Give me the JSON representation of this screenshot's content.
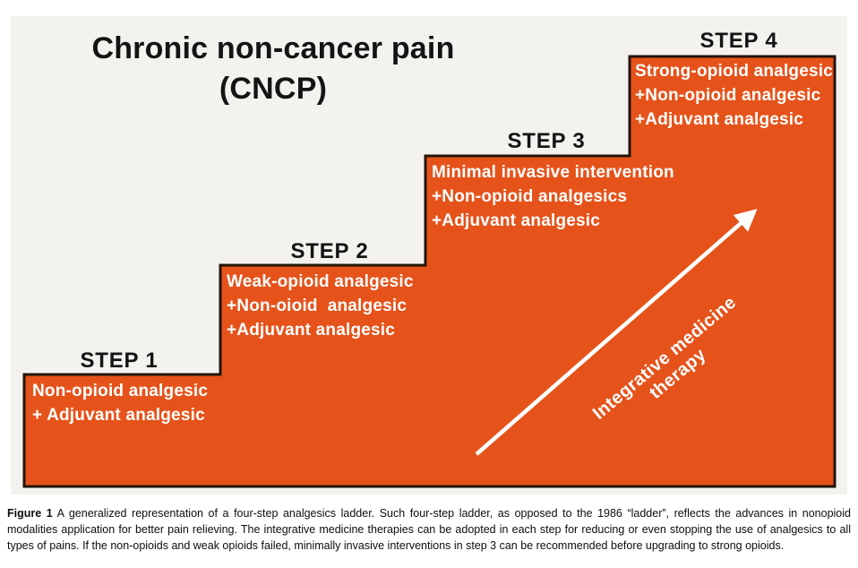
{
  "figure": {
    "title": {
      "line1": "Chronic non-cancer pain",
      "line2": "(CNCP)"
    },
    "steps": [
      {
        "label": "STEP 1",
        "lines": [
          "Non-opioid analgesic",
          "+ Adjuvant analgesic"
        ]
      },
      {
        "label": "STEP 2",
        "lines": [
          "Weak-opioid analgesic",
          "+Non-oioid  analgesic",
          "+Adjuvant analgesic"
        ]
      },
      {
        "label": "STEP 3",
        "lines": [
          "Minimal invasive intervention",
          "+Non-opioid analgesics",
          "+Adjuvant analgesic"
        ]
      },
      {
        "label": "STEP 4",
        "lines": [
          "Strong-opioid analgesic",
          "+Non-opioid analgesic",
          "+Adjuvant analgesic"
        ]
      }
    ],
    "arrow_label": "Integrative medicine therapy",
    "colors": {
      "stair_fill": "#e5531b",
      "stair_border": "#231407",
      "step_label_text": "#141414",
      "step_body_text": "#ffffff",
      "figure_background": "#f4f2ef",
      "arrow": "#ffffff"
    }
  },
  "caption": {
    "figure_label": "Figure 1",
    "text": "A generalized representation of a four-step analgesics ladder. Such four-step ladder, as opposed to the 1986 “ladder”, reflects the advances in nonopioid modalities application for better pain relieving. The integrative medicine therapies can be adopted in each step for reducing or even stopping the use of analgesics to all types of pains. If the non-opioids and weak opioids failed, minimally invasive interventions in step 3 can be recommended before upgrading to strong opioids."
  }
}
